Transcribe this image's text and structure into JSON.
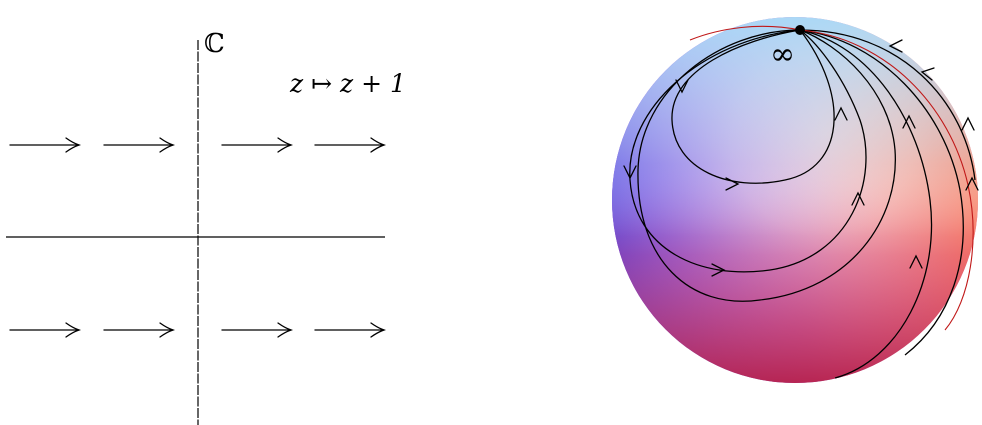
{
  "plane": {
    "set_label": "ℂ",
    "map_label": "z ↦ z + 1",
    "arrow_rows": 2,
    "arrows_per_side": 2
  },
  "sphere": {
    "point_label": "∞",
    "flow_curves": 6
  },
  "colors": {
    "ink": "#000000",
    "sphere_light": "#f7e9f3",
    "sphere_top": "#bfe7fb",
    "sphere_left": "#5f46e6",
    "sphere_right": "#ff8c66",
    "sphere_bottom": "#c9264d",
    "accent_curve": "#c01818"
  }
}
